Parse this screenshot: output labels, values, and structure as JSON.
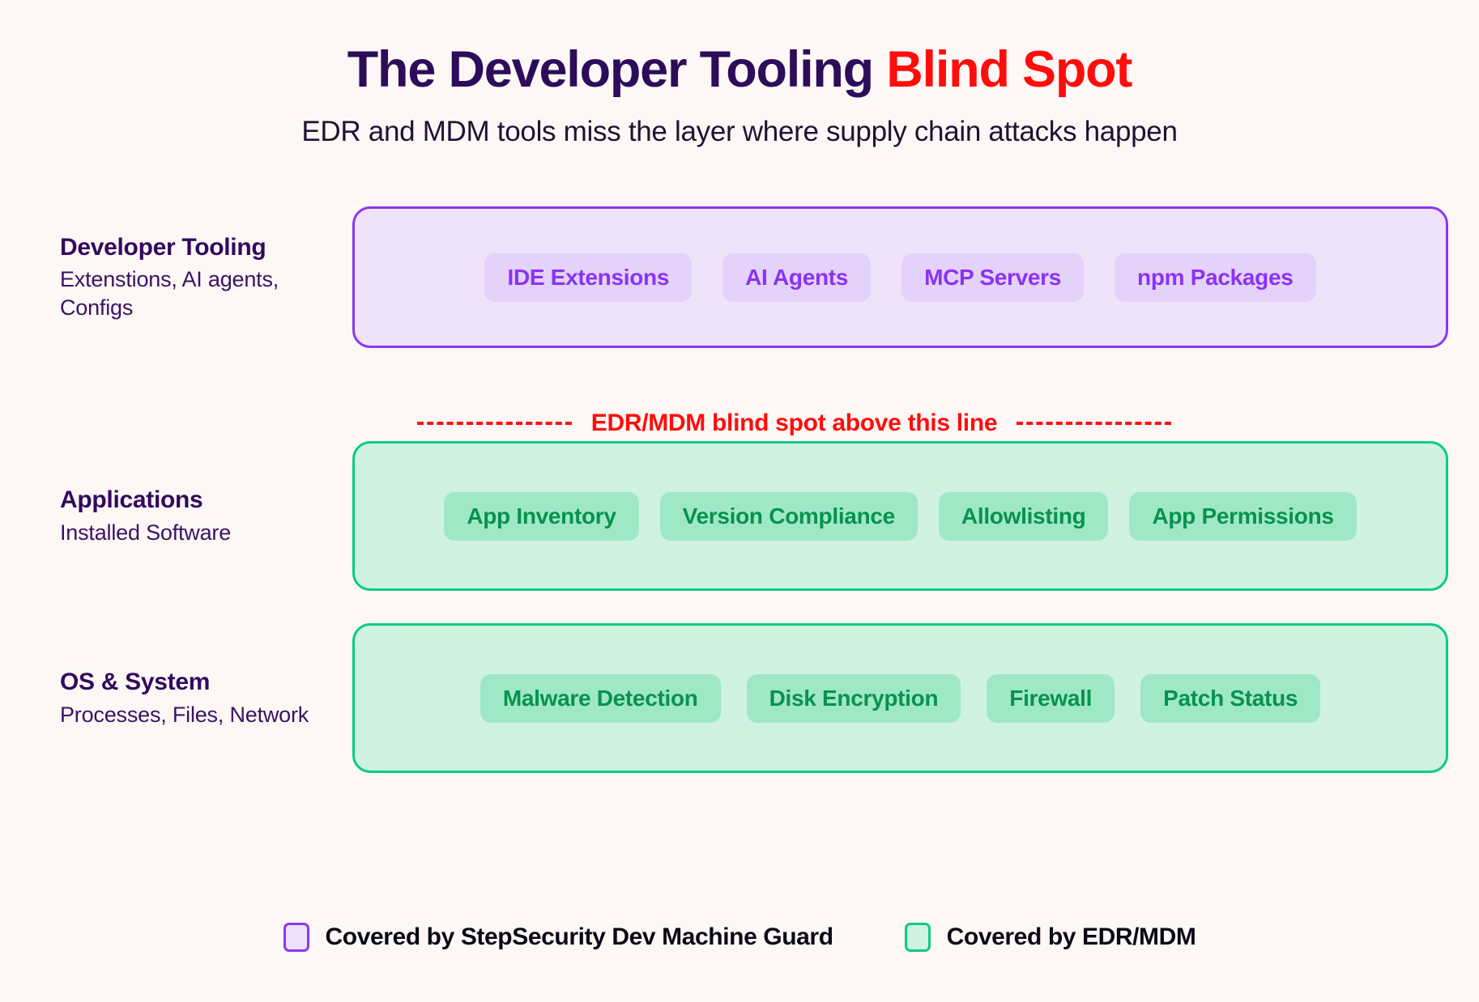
{
  "header": {
    "title_main": "The Developer Tooling ",
    "title_accent": "Blind Spot",
    "subtitle": "EDR and MDM tools miss the layer where supply chain attacks happen"
  },
  "divider": {
    "label": "EDR/MDM blind spot above this line",
    "color": "#FF0D0D"
  },
  "layers": [
    {
      "id": "developer-tooling",
      "label_title": "Developer Tooling",
      "label_sub": "Extenstions, AI agents, Configs",
      "coverage": "stepsecurity",
      "box_color": "#EFE3FA",
      "border_color": "#8B37F0",
      "chips": [
        "IDE Extensions",
        "AI Agents",
        "MCP Servers",
        "npm Packages"
      ]
    },
    {
      "id": "applications",
      "label_title": "Applications",
      "label_sub": "Installed Software",
      "coverage": "edr-mdm",
      "box_color": "#CFF2E1",
      "border_color": "#0ACB85",
      "chips": [
        "App Inventory",
        "Version Compliance",
        "Allowlisting",
        "App Permissions"
      ]
    },
    {
      "id": "os-system",
      "label_title": "OS & System",
      "label_sub": "Processes, Files, Network",
      "coverage": "edr-mdm",
      "box_color": "#CFF2E1",
      "border_color": "#0ACB85",
      "chips": [
        "Malware Detection",
        "Disk Encryption",
        "Firewall",
        "Patch Status"
      ]
    }
  ],
  "legend": {
    "items": [
      {
        "swatch": "purple",
        "label": "Covered by StepSecurity Dev Machine Guard"
      },
      {
        "swatch": "green",
        "label": "Covered by EDR/MDM"
      }
    ]
  }
}
